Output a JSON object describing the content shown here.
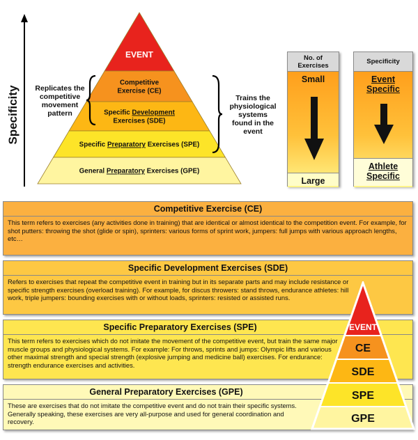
{
  "yaxis_label": "Specificity",
  "pyramid_levels": [
    {
      "key": "event",
      "label": "EVENT",
      "underline": "",
      "color": "#e8231d",
      "text_color": "#ffffff"
    },
    {
      "key": "ce",
      "label": "Competitive|Exercise (CE)",
      "underline": "",
      "color": "#f6921e",
      "text_color": "#111111"
    },
    {
      "key": "sde",
      "label": "Specific Development|Exercises (SDE)",
      "underline": "Development",
      "color": "#fdb714",
      "text_color": "#111111"
    },
    {
      "key": "spe",
      "label": "Specific Preparatory Exercises (SPE)",
      "underline": "Preparatory",
      "color": "#fde428",
      "text_color": "#111111"
    },
    {
      "key": "gpe",
      "label": "General Preparatory Exercises (GPE)",
      "underline": "Preparatory",
      "color": "#fff5a0",
      "text_color": "#111111"
    }
  ],
  "left_note": "Replicates the competitive movement pattern",
  "right_note": "Trains the physiological systems found in the event",
  "column_exercises": {
    "header": "No. of Exercises",
    "top": "Small",
    "bottom": "Large"
  },
  "column_specificity": {
    "header": "Specificity",
    "top": "Event Specific",
    "bottom": "Athlete Specific"
  },
  "sections": [
    {
      "title": "Competitive Exercise (CE)",
      "color": "#fbb040",
      "body": "This term refers to exercises (any activities done in training) that are identical or almost identical to the competition event. For example, for shot putters: throwing the shot (glide or spin), sprinters: various forms of sprint work, jumpers: full jumps with various approach lengths, etc…"
    },
    {
      "title": "Specific Development Exercises (SDE)",
      "color": "#fdc843",
      "body": "Refers to exercises that repeat the competitive event in training but in its separate parts and may include resistance or specific strength exercises (overload training). For example, for discus throwers: stand throws, endurance athletes: hill work, triple jumpers: bounding exercises with or without loads, sprinters: resisted or assisted runs."
    },
    {
      "title": "Specific Preparatory Exercises (SPE)",
      "color": "#fee650",
      "body": "This term refers to exercises which do not imitate the movement of the competitive event, but train the same major muscle groups and physiological systems. For example: For throws, sprints and jumps: Olympic lifts and various other maximal strength and special strength (explosive jumping and medicine ball) exercises. For endurance: strength endurance exercises and activities."
    },
    {
      "title": "General Preparatory Exercises (GPE)",
      "color": "#fff9b8",
      "body": "These are exercises that do not imitate the competitive event and do not train their specific systems. Generally speaking, these exercises are very all-purpose and used for general coordination and recovery."
    }
  ],
  "mini_pyramid": [
    "EVENT",
    "CE",
    "SDE",
    "SPE",
    "GPE"
  ]
}
